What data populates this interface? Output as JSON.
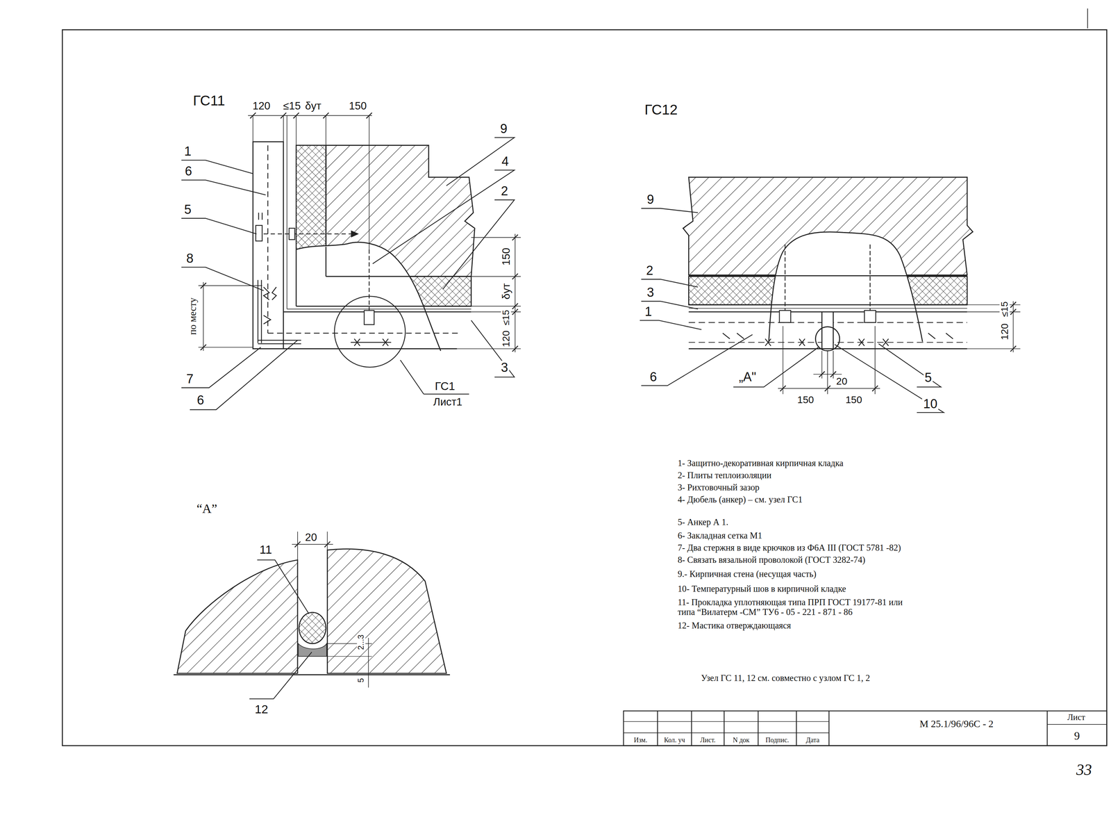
{
  "diagram": {
    "labels": [
      "ГС11",
      "120",
      "≤15",
      "δут",
      "150",
      "9",
      "4",
      "2",
      "1",
      "6",
      "5",
      "8",
      "по месту",
      "7",
      "6",
      "ГС1",
      "Лист1",
      "3",
      "150",
      "δут",
      "≤15",
      "120",
      "ГС12",
      "9",
      "2",
      "3",
      "1",
      "6",
      "„А\"",
      "20",
      "150",
      "150",
      "5",
      "10",
      "≤15",
      "120",
      "“А”",
      "20",
      "11",
      "12",
      "2...3",
      "5",
      "1- Защитно-декоративная кирпичная кладка",
      "2- Плиты теплоизоляции",
      "3- Рихтовочный зазор",
      "4- Дюбель (анкер) – см. узел ГС1",
      "5- Анкер А 1.",
      "6- Закладная сетка М1",
      "7- Два стержня в виде крючков из Ф6А III (ГОСТ 5781 -82)",
      "8- Связать вязальной проволокой (ГОСТ 3282-74)",
      "9.- Кирпичная стена (несущая часть)",
      "10- Температурный шов в кирпичной кладке",
      "11- Прокладка уплотняющая типа ПРП ГОСТ 19177-81 или типа “Вилатерм -СМ” ТУ6 - 05 - 221 - 871 - 86",
      "12- Мастика отверждающаяся",
      "Узел ГС 11, 12 см. совместно с узлом ГС 1, 2",
      "Изм.",
      "Кол. уч",
      "Лист.",
      "N док",
      "Подпис.",
      "Дата",
      "М 25.1/96/96С - 2",
      "Лист",
      "9",
      "33"
    ]
  }
}
